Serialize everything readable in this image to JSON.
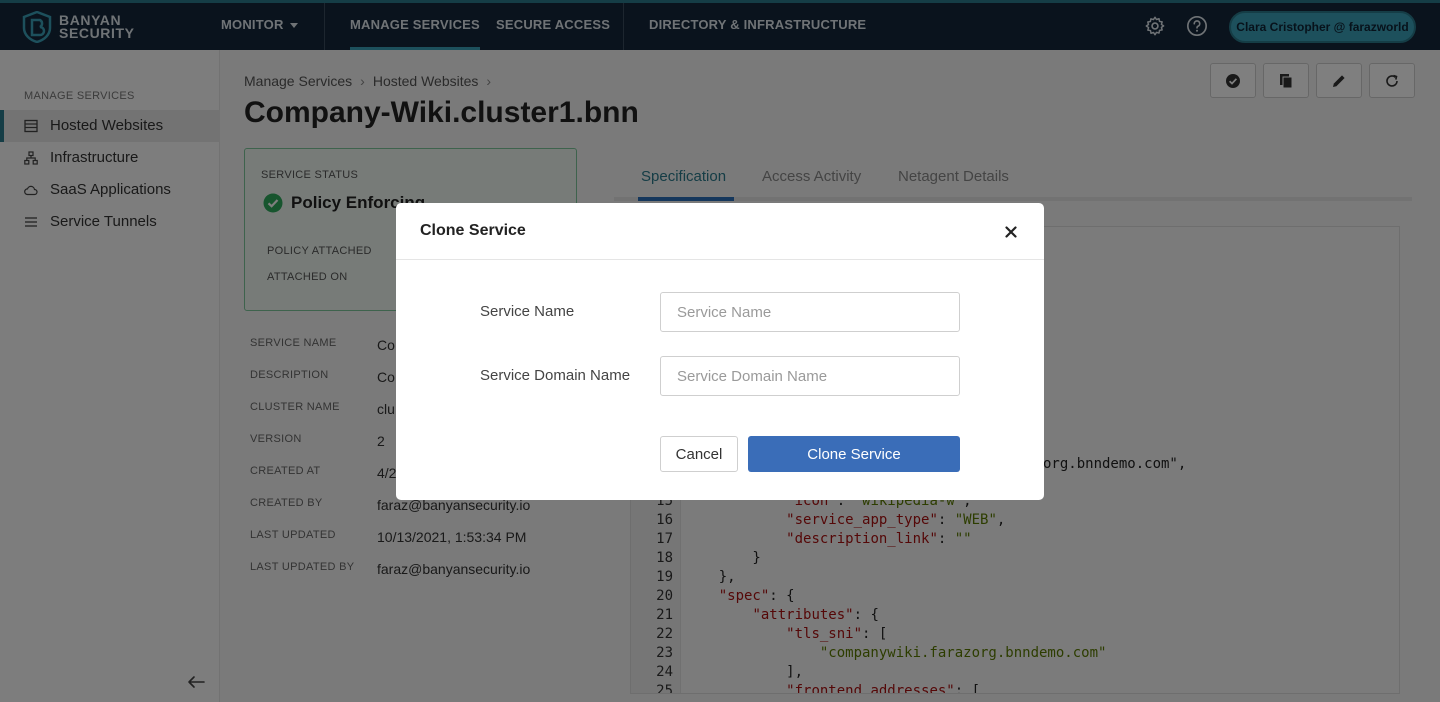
{
  "brand": {
    "line1": "BANYAN",
    "line2": "SECURITY"
  },
  "topnav": {
    "monitor": "MONITOR",
    "manage_services": "MANAGE SERVICES",
    "secure_access": "SECURE ACCESS",
    "directory": "DIRECTORY & INFRASTRUCTURE",
    "user": "Clara Cristopher @ farazworld"
  },
  "sidebar": {
    "heading": "MANAGE SERVICES",
    "items": [
      {
        "label": "Hosted Websites",
        "icon": "server-icon"
      },
      {
        "label": "Infrastructure",
        "icon": "hierarchy-icon"
      },
      {
        "label": "SaaS Applications",
        "icon": "cloud-icon"
      },
      {
        "label": "Service Tunnels",
        "icon": "list-icon"
      }
    ]
  },
  "breadcrumb": {
    "root": "Manage Services",
    "section": "Hosted Websites"
  },
  "page_title": "Company-Wiki.cluster1.bnn",
  "status": {
    "heading": "SERVICE STATUS",
    "value": "Policy Enforcing",
    "policy_attached_label": "POLICY ATTACHED",
    "attached_on_label": "ATTACHED ON"
  },
  "details": [
    {
      "label": "SERVICE NAME",
      "value": "Co"
    },
    {
      "label": "DESCRIPTION",
      "value": "Co"
    },
    {
      "label": "CLUSTER NAME",
      "value": "clu"
    },
    {
      "label": "VERSION",
      "value": "2"
    },
    {
      "label": "CREATED AT",
      "value": "4/2"
    },
    {
      "label": "CREATED BY",
      "value": "faraz@banyansecurity.io"
    },
    {
      "label": "LAST UPDATED",
      "value": "10/13/2021, 1:53:34 PM"
    },
    {
      "label": "LAST UPDATED BY",
      "value": "faraz@banyansecurity.io"
    }
  ],
  "tabs": [
    "Specification",
    "Access Activity",
    "Netagent Details"
  ],
  "code": {
    "partial_domain": "org.bnndemo.com\",",
    "lines": [
      {
        "n": "15",
        "text": "            \"icon\": \"wikipedia-w\","
      },
      {
        "n": "16",
        "text": "            \"service_app_type\": \"WEB\","
      },
      {
        "n": "17",
        "text": "            \"description_link\": \"\""
      },
      {
        "n": "18",
        "text": "        }"
      },
      {
        "n": "19",
        "text": "    },"
      },
      {
        "n": "20",
        "text": "    \"spec\": {"
      },
      {
        "n": "21",
        "text": "        \"attributes\": {"
      },
      {
        "n": "22",
        "text": "            \"tls_sni\": ["
      },
      {
        "n": "23",
        "text": "                \"companywiki.farazorg.bnndemo.com\""
      },
      {
        "n": "24",
        "text": "            ],"
      },
      {
        "n": "25",
        "text": "            \"frontend_addresses\": ["
      }
    ]
  },
  "modal": {
    "title": "Clone Service",
    "service_name_label": "Service Name",
    "service_name_placeholder": "Service Name",
    "service_name_value": "",
    "domain_label": "Service Domain Name",
    "domain_placeholder": "Service Domain Name",
    "domain_value": "",
    "cancel": "Cancel",
    "submit": "Clone Service"
  },
  "colors": {
    "nav_bg": "#14263a",
    "accent_teal": "#3aa0b8",
    "primary_blue": "#3a6db8",
    "status_green": "#2eaa5c"
  }
}
